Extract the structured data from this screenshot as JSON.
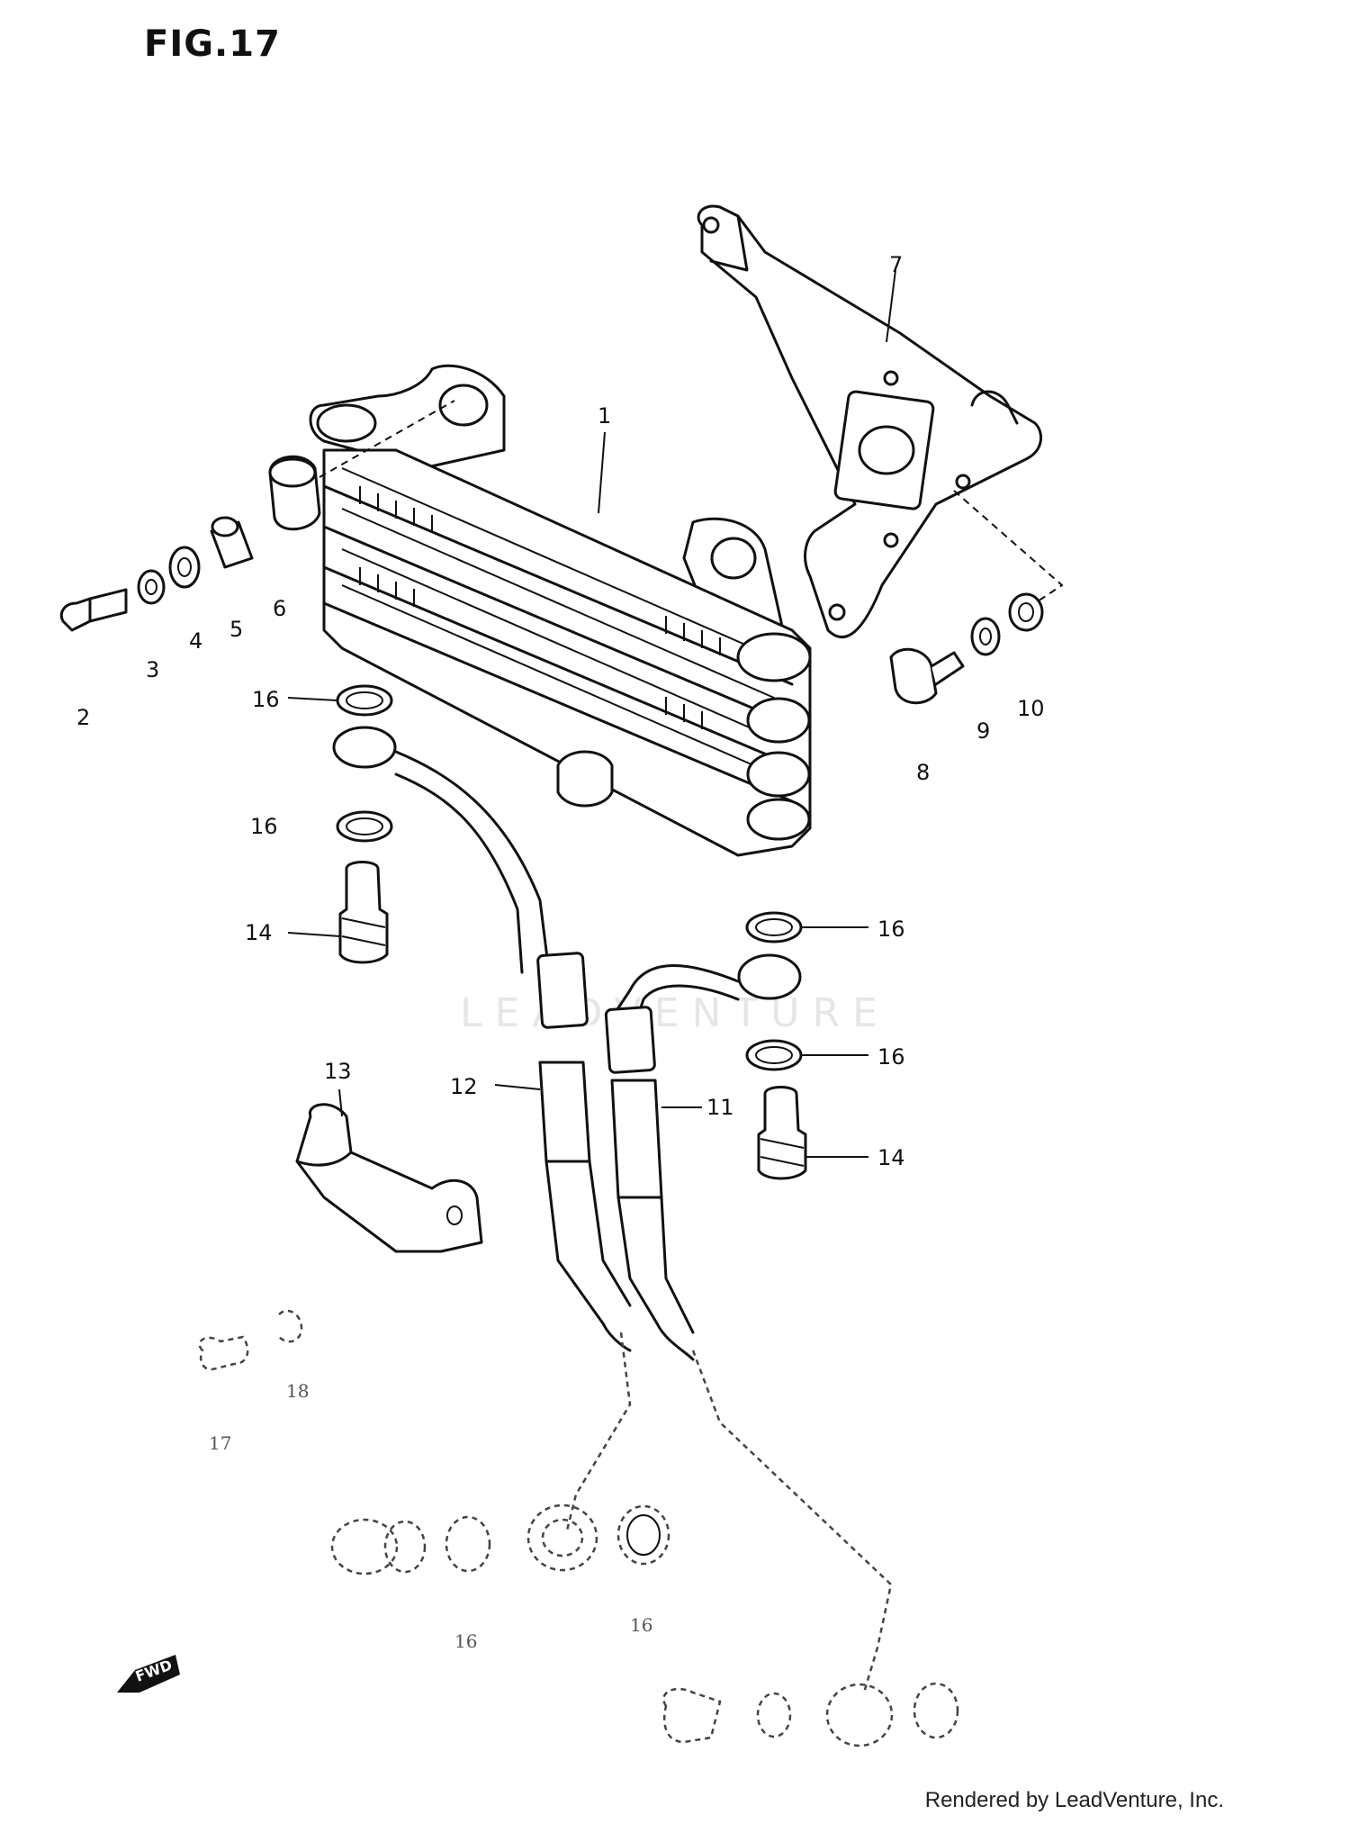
{
  "figure_title": "FIG.17",
  "watermark": "LEADVENTURE",
  "footer": "Rendered by LeadVenture, Inc.",
  "fwd_label": "FWD",
  "callouts": {
    "c1": "1",
    "c2": "2",
    "c3": "3",
    "c4": "4",
    "c5": "5",
    "c6": "6",
    "c7": "7",
    "c8": "8",
    "c9": "9",
    "c10": "10",
    "c11": "11",
    "c12": "12",
    "c13": "13",
    "c14a": "14",
    "c14b": "14",
    "c16a": "16",
    "c16b": "16",
    "c16c": "16",
    "c16d": "16",
    "c16e": "16",
    "c16f": "16",
    "c17": "17",
    "c18": "18"
  }
}
